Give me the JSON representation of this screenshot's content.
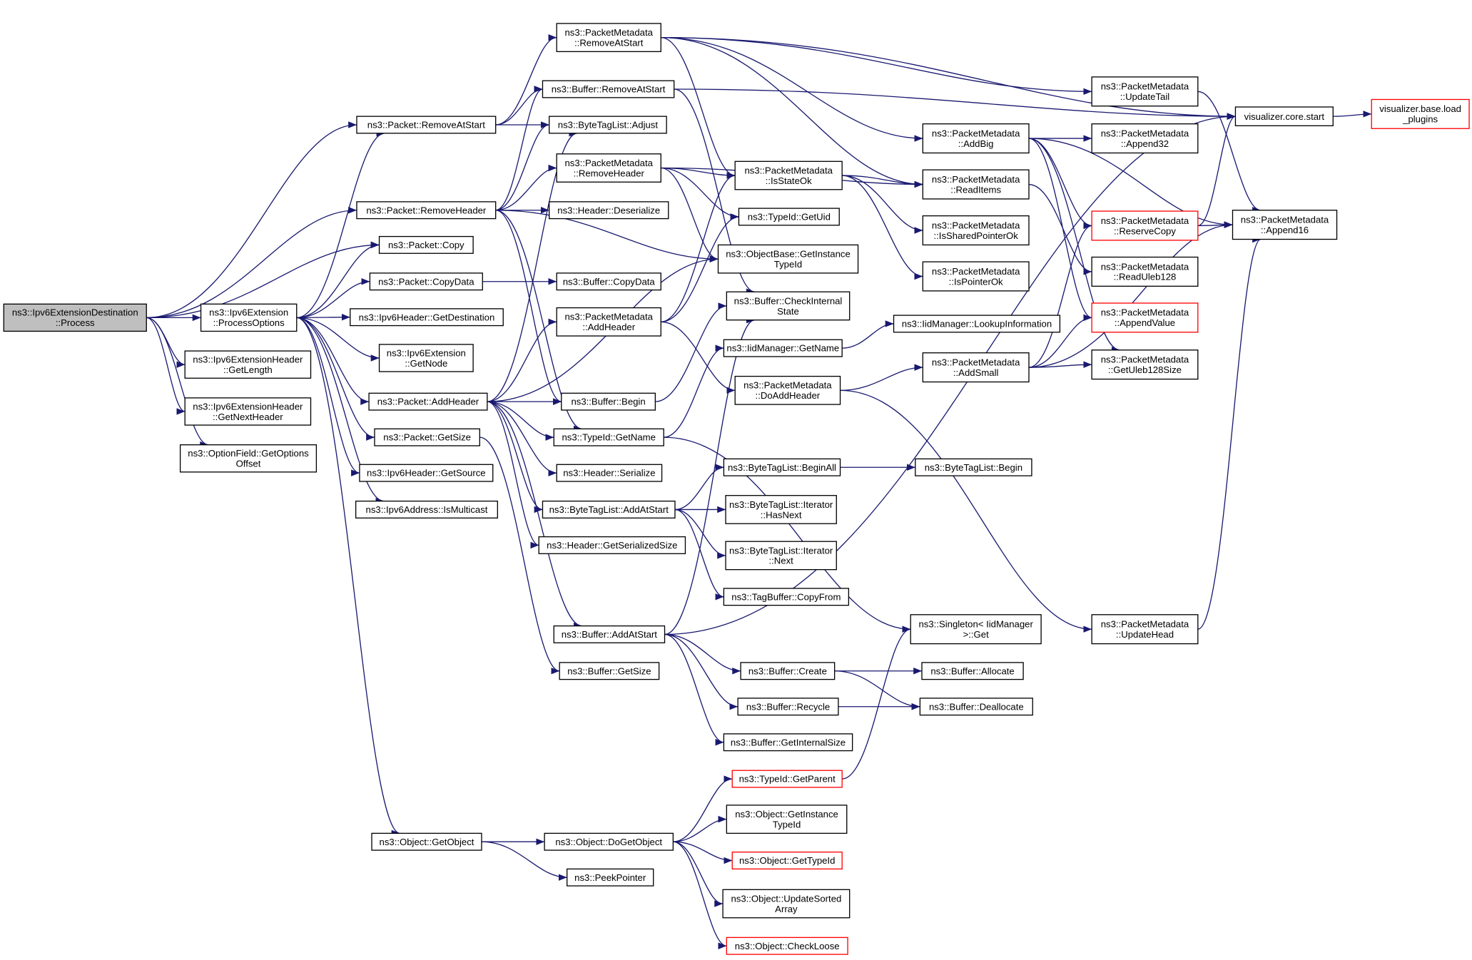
{
  "title": "Call graph of ns3::Ipv6ExtensionDestination::Process",
  "colors": {
    "edge": "#191970",
    "root_fill": "#bfbfbf",
    "node_border": "#000000",
    "truncated_border": "#ff0000"
  },
  "nodes": [
    {
      "id": "process",
      "lines": [
        "ns3::Ipv6ExtensionDestination",
        "::Process"
      ],
      "style": "root"
    },
    {
      "id": "processOptions",
      "lines": [
        "ns3::Ipv6Extension",
        "::ProcessOptions"
      ]
    },
    {
      "id": "getLength",
      "lines": [
        "ns3::Ipv6ExtensionHeader",
        "::GetLength"
      ]
    },
    {
      "id": "getNextHeader",
      "lines": [
        "ns3::Ipv6ExtensionHeader",
        "::GetNextHeader"
      ]
    },
    {
      "id": "getOptionsOffset",
      "lines": [
        "ns3::OptionField::GetOptions",
        "Offset"
      ]
    },
    {
      "id": "pktRemoveAtStart",
      "lines": [
        "ns3::Packet::RemoveAtStart"
      ]
    },
    {
      "id": "pktRemoveHeader",
      "lines": [
        "ns3::Packet::RemoveHeader"
      ]
    },
    {
      "id": "pktCopy",
      "lines": [
        "ns3::Packet::Copy"
      ]
    },
    {
      "id": "pktCopyData",
      "lines": [
        "ns3::Packet::CopyData"
      ]
    },
    {
      "id": "ipv6GetDestination",
      "lines": [
        "ns3::Ipv6Header::GetDestination"
      ]
    },
    {
      "id": "ipv6ExtGetNode",
      "lines": [
        "ns3::Ipv6Extension",
        "::GetNode"
      ]
    },
    {
      "id": "pktAddHeader",
      "lines": [
        "ns3::Packet::AddHeader"
      ]
    },
    {
      "id": "pktGetSize",
      "lines": [
        "ns3::Packet::GetSize"
      ]
    },
    {
      "id": "ipv6GetSource",
      "lines": [
        "ns3::Ipv6Header::GetSource"
      ]
    },
    {
      "id": "ipv6IsMulticast",
      "lines": [
        "ns3::Ipv6Address::IsMulticast"
      ]
    },
    {
      "id": "objGetObject",
      "lines": [
        "ns3::Object::GetObject"
      ]
    },
    {
      "id": "pmRemoveAtStart",
      "lines": [
        "ns3::PacketMetadata",
        "::RemoveAtStart"
      ]
    },
    {
      "id": "bufRemoveAtStart",
      "lines": [
        "ns3::Buffer::RemoveAtStart"
      ]
    },
    {
      "id": "btlAdjust",
      "lines": [
        "ns3::ByteTagList::Adjust"
      ]
    },
    {
      "id": "pmRemoveHeader",
      "lines": [
        "ns3::PacketMetadata",
        "::RemoveHeader"
      ]
    },
    {
      "id": "hdrDeserialize",
      "lines": [
        "ns3::Header::Deserialize"
      ]
    },
    {
      "id": "bufCopyData",
      "lines": [
        "ns3::Buffer::CopyData"
      ]
    },
    {
      "id": "pmAddHeader",
      "lines": [
        "ns3::PacketMetadata",
        "::AddHeader"
      ]
    },
    {
      "id": "bufBegin",
      "lines": [
        "ns3::Buffer::Begin"
      ]
    },
    {
      "id": "typeIdGetName",
      "lines": [
        "ns3::TypeId::GetName"
      ]
    },
    {
      "id": "hdrSerialize",
      "lines": [
        "ns3::Header::Serialize"
      ]
    },
    {
      "id": "btlAddAtStart",
      "lines": [
        "ns3::ByteTagList::AddAtStart"
      ]
    },
    {
      "id": "hdrGetSerializedSize",
      "lines": [
        "ns3::Header::GetSerializedSize"
      ]
    },
    {
      "id": "bufAddAtStart",
      "lines": [
        "ns3::Buffer::AddAtStart"
      ]
    },
    {
      "id": "bufGetSize",
      "lines": [
        "ns3::Buffer::GetSize"
      ]
    },
    {
      "id": "objDoGetObject",
      "lines": [
        "ns3::Object::DoGetObject"
      ]
    },
    {
      "id": "peekPointer",
      "lines": [
        "ns3::PeekPointer"
      ]
    },
    {
      "id": "pmIsStateOk",
      "lines": [
        "ns3::PacketMetadata",
        "::IsStateOk"
      ]
    },
    {
      "id": "typeIdGetUid",
      "lines": [
        "ns3::TypeId::GetUid"
      ]
    },
    {
      "id": "objBaseGetInstanceTypeId",
      "lines": [
        "ns3::ObjectBase::GetInstance",
        "TypeId"
      ]
    },
    {
      "id": "bufCheckInternalState",
      "lines": [
        "ns3::Buffer::CheckInternal",
        "State"
      ]
    },
    {
      "id": "iidGetName",
      "lines": [
        "ns3::IidManager::GetName"
      ]
    },
    {
      "id": "pmDoAddHeader",
      "lines": [
        "ns3::PacketMetadata",
        "::DoAddHeader"
      ]
    },
    {
      "id": "btlBeginAll",
      "lines": [
        "ns3::ByteTagList::BeginAll"
      ]
    },
    {
      "id": "btlIterHasNext",
      "lines": [
        "ns3::ByteTagList::Iterator",
        "::HasNext"
      ]
    },
    {
      "id": "btlIterNext",
      "lines": [
        "ns3::ByteTagList::Iterator",
        "::Next"
      ]
    },
    {
      "id": "tagBufCopyFrom",
      "lines": [
        "ns3::TagBuffer::CopyFrom"
      ]
    },
    {
      "id": "bufCreate",
      "lines": [
        "ns3::Buffer::Create"
      ]
    },
    {
      "id": "bufRecycle",
      "lines": [
        "ns3::Buffer::Recycle"
      ]
    },
    {
      "id": "bufGetInternalSize",
      "lines": [
        "ns3::Buffer::GetInternalSize"
      ]
    },
    {
      "id": "typeIdGetParent",
      "lines": [
        "ns3::TypeId::GetParent"
      ],
      "style": "red"
    },
    {
      "id": "objGetInstanceTypeId",
      "lines": [
        "ns3::Object::GetInstance",
        "TypeId"
      ]
    },
    {
      "id": "objGetTypeId",
      "lines": [
        "ns3::Object::GetTypeId"
      ],
      "style": "red"
    },
    {
      "id": "objUpdateSortedArray",
      "lines": [
        "ns3::Object::UpdateSorted",
        "Array"
      ]
    },
    {
      "id": "objCheckLoose",
      "lines": [
        "ns3::Object::CheckLoose"
      ],
      "style": "red"
    },
    {
      "id": "pmAddBig",
      "lines": [
        "ns3::PacketMetadata",
        "::AddBig"
      ]
    },
    {
      "id": "pmReadItems",
      "lines": [
        "ns3::PacketMetadata",
        "::ReadItems"
      ]
    },
    {
      "id": "pmIsSharedPointerOk",
      "lines": [
        "ns3::PacketMetadata",
        "::IsSharedPointerOk"
      ]
    },
    {
      "id": "pmIsPointerOk",
      "lines": [
        "ns3::PacketMetadata",
        "::IsPointerOk"
      ]
    },
    {
      "id": "iidLookupInformation",
      "lines": [
        "ns3::IidManager::LookupInformation"
      ]
    },
    {
      "id": "pmAddSmall",
      "lines": [
        "ns3::PacketMetadata",
        "::AddSmall"
      ]
    },
    {
      "id": "btlBegin",
      "lines": [
        "ns3::ByteTagList::Begin"
      ]
    },
    {
      "id": "singletonGet",
      "lines": [
        "ns3::Singleton< IidManager",
        ">::Get"
      ]
    },
    {
      "id": "bufAllocate",
      "lines": [
        "ns3::Buffer::Allocate"
      ]
    },
    {
      "id": "bufDeallocate",
      "lines": [
        "ns3::Buffer::Deallocate"
      ]
    },
    {
      "id": "pmUpdateTail",
      "lines": [
        "ns3::PacketMetadata",
        "::UpdateTail"
      ]
    },
    {
      "id": "pmAppend32",
      "lines": [
        "ns3::PacketMetadata",
        "::Append32"
      ]
    },
    {
      "id": "pmReserveCopy",
      "lines": [
        "ns3::PacketMetadata",
        "::ReserveCopy"
      ],
      "style": "red"
    },
    {
      "id": "pmReadUleb128",
      "lines": [
        "ns3::PacketMetadata",
        "::ReadUleb128"
      ]
    },
    {
      "id": "pmAppendValue",
      "lines": [
        "ns3::PacketMetadata",
        "::AppendValue"
      ],
      "style": "red"
    },
    {
      "id": "pmGetUleb128Size",
      "lines": [
        "ns3::PacketMetadata",
        "::GetUleb128Size"
      ]
    },
    {
      "id": "pmUpdateHead",
      "lines": [
        "ns3::PacketMetadata",
        "::UpdateHead"
      ]
    },
    {
      "id": "vizCoreStart",
      "lines": [
        "visualizer.core.start"
      ]
    },
    {
      "id": "vizLoadPlugins",
      "lines": [
        "visualizer.base.load",
        "_plugins"
      ],
      "style": "red"
    },
    {
      "id": "pmAppend16",
      "lines": [
        "ns3::PacketMetadata",
        "::Append16"
      ]
    }
  ],
  "edges": [
    [
      "process",
      "processOptions"
    ],
    [
      "process",
      "getLength"
    ],
    [
      "process",
      "getNextHeader"
    ],
    [
      "process",
      "getOptionsOffset"
    ],
    [
      "process",
      "pktRemoveAtStart"
    ],
    [
      "process",
      "pktRemoveHeader"
    ],
    [
      "process",
      "pktCopy"
    ],
    [
      "processOptions",
      "pktRemoveAtStart"
    ],
    [
      "processOptions",
      "pktCopy"
    ],
    [
      "processOptions",
      "pktCopyData"
    ],
    [
      "processOptions",
      "ipv6GetDestination"
    ],
    [
      "processOptions",
      "ipv6ExtGetNode"
    ],
    [
      "processOptions",
      "pktAddHeader"
    ],
    [
      "processOptions",
      "pktGetSize"
    ],
    [
      "processOptions",
      "ipv6GetSource"
    ],
    [
      "processOptions",
      "ipv6IsMulticast"
    ],
    [
      "processOptions",
      "objGetObject"
    ],
    [
      "pktRemoveAtStart",
      "pmRemoveAtStart"
    ],
    [
      "pktRemoveAtStart",
      "bufRemoveAtStart"
    ],
    [
      "pktRemoveAtStart",
      "btlAdjust"
    ],
    [
      "pktRemoveHeader",
      "bufRemoveAtStart"
    ],
    [
      "pktRemoveHeader",
      "btlAdjust"
    ],
    [
      "pktRemoveHeader",
      "pmRemoveHeader"
    ],
    [
      "pktRemoveHeader",
      "hdrDeserialize"
    ],
    [
      "pktRemoveHeader",
      "objBaseGetInstanceTypeId"
    ],
    [
      "pktRemoveHeader",
      "bufBegin"
    ],
    [
      "pktRemoveHeader",
      "typeIdGetName"
    ],
    [
      "pktCopyData",
      "bufCopyData"
    ],
    [
      "pktAddHeader",
      "btlAdjust"
    ],
    [
      "pktAddHeader",
      "pmAddHeader"
    ],
    [
      "pktAddHeader",
      "objBaseGetInstanceTypeId"
    ],
    [
      "pktAddHeader",
      "bufBegin"
    ],
    [
      "pktAddHeader",
      "typeIdGetName"
    ],
    [
      "pktAddHeader",
      "hdrSerialize"
    ],
    [
      "pktAddHeader",
      "btlAddAtStart"
    ],
    [
      "pktAddHeader",
      "hdrGetSerializedSize"
    ],
    [
      "pktAddHeader",
      "bufAddAtStart"
    ],
    [
      "pktGetSize",
      "bufGetSize"
    ],
    [
      "objGetObject",
      "objDoGetObject"
    ],
    [
      "objGetObject",
      "peekPointer"
    ],
    [
      "pmRemoveAtStart",
      "vizCoreStart"
    ],
    [
      "pmRemoveAtStart",
      "pmUpdateTail"
    ],
    [
      "pmRemoveAtStart",
      "pmAddBig"
    ],
    [
      "pmRemoveAtStart",
      "pmIsStateOk"
    ],
    [
      "pmRemoveAtStart",
      "pmReadItems"
    ],
    [
      "bufRemoveAtStart",
      "vizCoreStart"
    ],
    [
      "bufRemoveAtStart",
      "bufCheckInternalState"
    ],
    [
      "pmRemoveHeader",
      "pmIsStateOk"
    ],
    [
      "pmRemoveHeader",
      "pmReadItems"
    ],
    [
      "pmRemoveHeader",
      "typeIdGetUid"
    ],
    [
      "pmRemoveHeader",
      "objBaseGetInstanceTypeId"
    ],
    [
      "pmAddHeader",
      "pmIsStateOk"
    ],
    [
      "pmAddHeader",
      "typeIdGetUid"
    ],
    [
      "pmAddHeader",
      "pmDoAddHeader"
    ],
    [
      "bufBegin",
      "bufCheckInternalState"
    ],
    [
      "typeIdGetName",
      "iidGetName"
    ],
    [
      "typeIdGetName",
      "singletonGet"
    ],
    [
      "btlAddAtStart",
      "btlBeginAll"
    ],
    [
      "btlAddAtStart",
      "btlIterHasNext"
    ],
    [
      "btlAddAtStart",
      "btlIterNext"
    ],
    [
      "btlAddAtStart",
      "tagBufCopyFrom"
    ],
    [
      "bufAddAtStart",
      "bufCheckInternalState"
    ],
    [
      "bufAddAtStart",
      "vizCoreStart"
    ],
    [
      "bufAddAtStart",
      "bufCreate"
    ],
    [
      "bufAddAtStart",
      "bufRecycle"
    ],
    [
      "bufAddAtStart",
      "bufGetInternalSize"
    ],
    [
      "objDoGetObject",
      "typeIdGetParent"
    ],
    [
      "objDoGetObject",
      "objGetInstanceTypeId"
    ],
    [
      "objDoGetObject",
      "objGetTypeId"
    ],
    [
      "objDoGetObject",
      "objUpdateSortedArray"
    ],
    [
      "objDoGetObject",
      "objCheckLoose"
    ],
    [
      "pmIsStateOk",
      "pmReadItems"
    ],
    [
      "pmIsStateOk",
      "pmIsSharedPointerOk"
    ],
    [
      "pmIsStateOk",
      "pmIsPointerOk"
    ],
    [
      "iidGetName",
      "iidLookupInformation"
    ],
    [
      "pmDoAddHeader",
      "pmAddSmall"
    ],
    [
      "pmDoAddHeader",
      "pmUpdateHead"
    ],
    [
      "btlBeginAll",
      "btlBegin"
    ],
    [
      "bufCreate",
      "bufAllocate"
    ],
    [
      "bufCreate",
      "bufDeallocate"
    ],
    [
      "bufRecycle",
      "bufDeallocate"
    ],
    [
      "typeIdGetParent",
      "singletonGet"
    ],
    [
      "pmAddBig",
      "pmAppend32"
    ],
    [
      "pmAddBig",
      "pmReserveCopy"
    ],
    [
      "pmAddBig",
      "pmAppend16"
    ],
    [
      "pmAddBig",
      "pmAppendValue"
    ],
    [
      "pmAddBig",
      "pmGetUleb128Size"
    ],
    [
      "pmReadItems",
      "pmReadUleb128"
    ],
    [
      "pmAddSmall",
      "pmReserveCopy"
    ],
    [
      "pmAddSmall",
      "pmAppendValue"
    ],
    [
      "pmAddSmall",
      "pmGetUleb128Size"
    ],
    [
      "pmAddSmall",
      "pmAppend16"
    ],
    [
      "pmUpdateTail",
      "pmAppend16"
    ],
    [
      "pmReserveCopy",
      "vizCoreStart"
    ],
    [
      "pmReserveCopy",
      "pmAppend16"
    ],
    [
      "pmUpdateHead",
      "pmAppend16"
    ],
    [
      "vizCoreStart",
      "vizLoadPlugins"
    ]
  ]
}
